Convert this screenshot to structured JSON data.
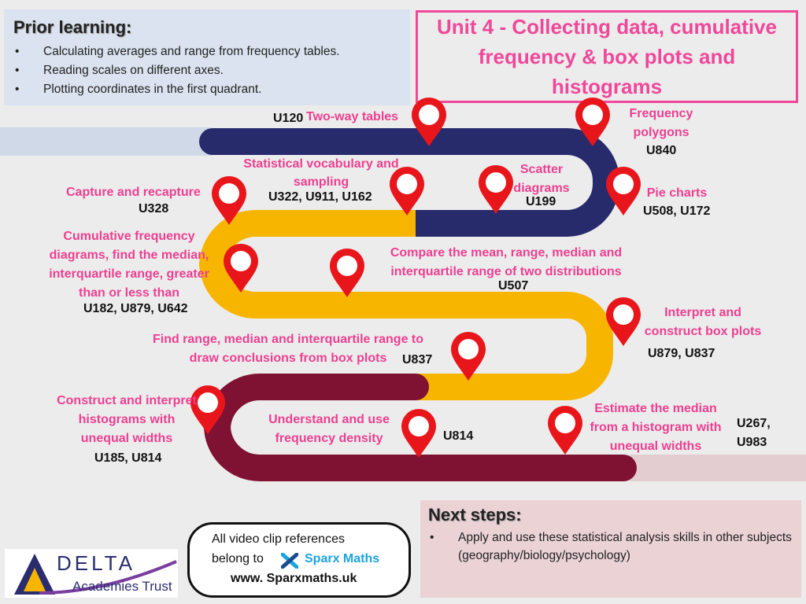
{
  "prior_learning": {
    "heading": "Prior learning:",
    "items": [
      "Calculating averages and range from frequency tables.",
      "Reading scales on different axes.",
      "Plotting coordinates in the first quadrant."
    ]
  },
  "title": "Unit 4 - Collecting data, cumulative frequency & box plots and histograms",
  "topics": [
    {
      "label": "Two-way tables",
      "code": "U120"
    },
    {
      "label": "Frequency polygons",
      "code": "U840"
    },
    {
      "label": "Statistical vocabulary and sampling",
      "code": "U322, U911, U162"
    },
    {
      "label": "Scatter diagrams",
      "code": "U199"
    },
    {
      "label": "Capture and recapture",
      "code": "U328"
    },
    {
      "label": "Pie charts",
      "code": "U508, U172"
    },
    {
      "label": "Cumulative frequency diagrams, find the median, interquartile range, greater than or less than",
      "code": "U182, U879, U642"
    },
    {
      "label": "Compare the mean, range, median and interquartile range of two distributions",
      "code": "U507"
    },
    {
      "label": "Interpret and construct box plots",
      "code": "U879, U837"
    },
    {
      "label": "Find range, median and interquartile range to draw conclusions from box plots",
      "code": "U837"
    },
    {
      "label": "Construct and interpret histograms with unequal widths",
      "code": "U185, U814"
    },
    {
      "label": "Understand and use frequency density",
      "code": "U814"
    },
    {
      "label": "Estimate the median from a histogram with unequal widths",
      "code": "U267, U983"
    }
  ],
  "next_steps": {
    "heading": "Next steps:",
    "items": [
      "Apply and use these statistical analysis skills in other subjects (geography/biology/psychology)"
    ]
  },
  "references": {
    "line1": "All video clip references",
    "line2": "belong to",
    "brand": "Sparx Maths",
    "url": "www. Sparxmaths.uk"
  },
  "logo": {
    "name": "DELTA",
    "sub": "Academies Trust"
  },
  "colors": {
    "navy": "#272a6b",
    "gold": "#f7b500",
    "maroon": "#7f1232",
    "pink": "#ec3f91",
    "pin": "#e8161b"
  }
}
